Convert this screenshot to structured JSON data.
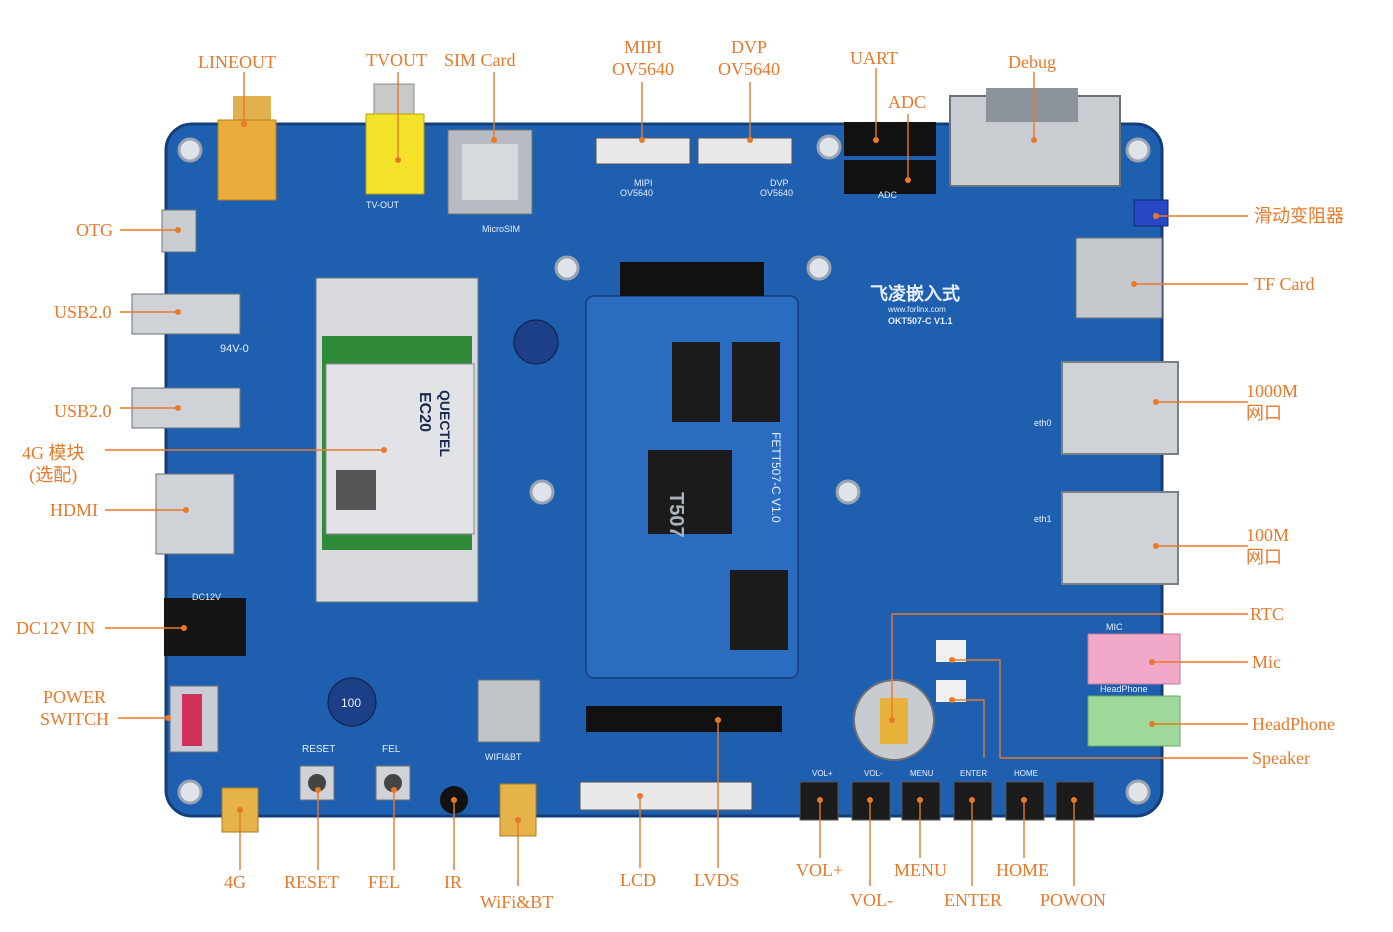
{
  "colors": {
    "pcb": "#1f5fb0",
    "pcb_dark": "#164a8f",
    "callout": "#e8782a",
    "core_board": "#2a6cc0",
    "module_green": "#2f8a3a",
    "mic_pink": "#f2a9c9",
    "headphone_green": "#9ed99a"
  },
  "board": {
    "silkscreen": {
      "vendor": "飞凌嵌入式",
      "website": "www.forlinx.com",
      "model": "OKT507-C V1.1",
      "core_model": "FETT507-C V1.0",
      "cpu_marking": "T507",
      "module_brand": "QUECTEL",
      "module_model": "EC20",
      "mipi_silk": "MIPI OV5640",
      "dvp_silk": "DVP OV5640",
      "usb_silk": "94V-0",
      "microsim_silk": "MicroSIM",
      "tvout_silk": "TV-OUT",
      "dc_silk": "DC12V",
      "fel_silk": "FEL",
      "reset_silk": "RESET",
      "wifi_silk": "WIFI&BT",
      "mic_silk": "MIC",
      "headphone_silk": "HeadPhone",
      "eth0_silk": "eth0",
      "eth1_silk": "eth1",
      "adc_silk": "ADC",
      "inductor_silk": "100",
      "vol_plus_silk": "VOL+",
      "vol_minus_silk": "VOL-",
      "menu_silk": "MENU",
      "enter_silk": "ENTER",
      "home_silk": "HOME"
    }
  },
  "callouts": {
    "lineout": "LINEOUT",
    "tvout": "TVOUT",
    "sim_card": "SIM Card",
    "mipi": "MIPI\nOV5640",
    "dvp": "DVP\nOV5640",
    "uart": "UART",
    "adc": "ADC",
    "debug": "Debug",
    "otg": "OTG",
    "usb1": "USB2.0",
    "usb2": "USB2.0",
    "module_4g": "4G 模块\n(选配)",
    "hdmi": "HDMI",
    "dc12v": "DC12V IN",
    "power_switch": "POWER\nSWITCH",
    "rheostat": "滑动变阻器",
    "tf_card": "TF Card",
    "eth_1000m": "1000M\n网口",
    "eth_100m": "100M\n网口",
    "rtc": "RTC",
    "mic": "Mic",
    "headphone": "HeadPhone",
    "speaker": "Speaker",
    "ant_4g": "4G",
    "reset": "RESET",
    "fel": "FEL",
    "ir": "IR",
    "wifi_bt": "WiFi&BT",
    "lcd": "LCD",
    "lvds": "LVDS",
    "vol_plus": "VOL+",
    "vol_minus": "VOL-",
    "menu": "MENU",
    "enter": "ENTER",
    "home": "HOME",
    "powon": "POWON"
  }
}
